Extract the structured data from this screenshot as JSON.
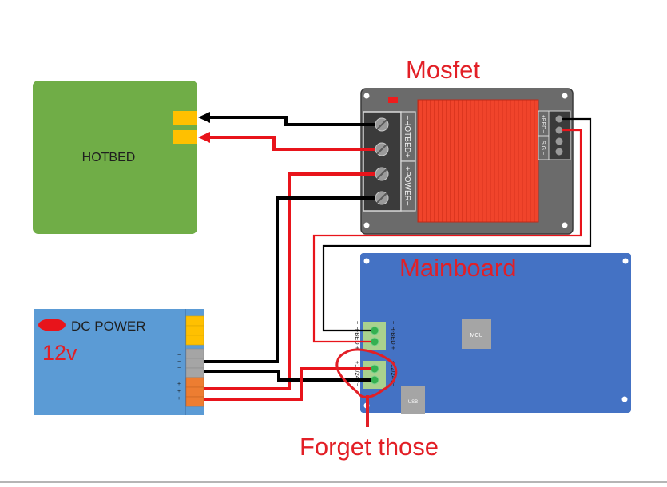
{
  "diagram": {
    "title": "Mosfet hotbed wiring diagram",
    "components": {
      "hotbed": {
        "label": "HOTBED",
        "color": "#70ad47",
        "terminal_color": "#ffc000"
      },
      "mosfet": {
        "title": "Mosfet",
        "terminal_labels": {
          "hotbed": "−HOTBED+",
          "power": "+POWER−",
          "bed": "+BED−",
          "sig": "SIG −"
        },
        "body_color": "#6b6b6b",
        "heatsink_color": "#f0442b"
      },
      "mainboard": {
        "title": "Mainboard",
        "board_color": "#4472c4",
        "chip_label": "MCU",
        "usb_label": "USB",
        "connector_labels": {
          "hbed_left": "− H-BED +",
          "hbed_right": "− H-BED +",
          "power_left": "+12/24V−",
          "power_right": "+12/24V−"
        }
      },
      "psu": {
        "label": "DC POWER",
        "voltage_note": "12v",
        "color": "#5b9bd5",
        "terminal_signs": [
          "−",
          "−",
          "−",
          "+",
          "+",
          "+"
        ]
      }
    },
    "annotation": {
      "text": "Forget those",
      "color": "#e21f26"
    },
    "wire_colors": {
      "positive": "#e8141b",
      "negative": "#000000"
    }
  }
}
